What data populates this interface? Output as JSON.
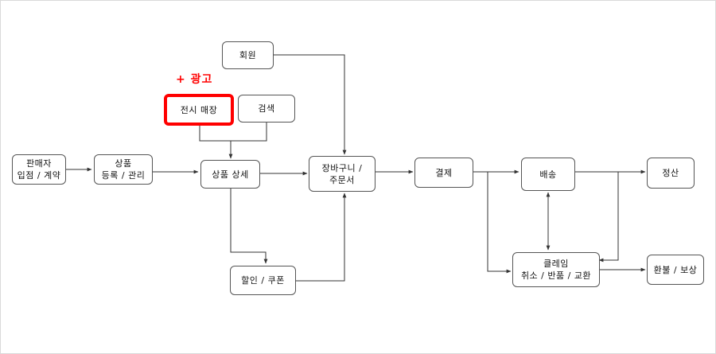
{
  "diagram": {
    "nodes": {
      "seller": "판매자\n입점 / 계약",
      "product_register": "상품\n등록 / 관리",
      "display_store": "전시 매장",
      "search": "검색",
      "member": "회원",
      "product_detail": "상품 상세",
      "cart_order": "장바구니 /\n주문서",
      "discount_coupon": "할인 / 쿠폰",
      "payment": "결제",
      "delivery": "배송",
      "settlement": "정산",
      "claim": "클레임\n취소 / 반품 / 교환",
      "refund": "환불 / 보상"
    },
    "annotation": "+ 광고",
    "colors": {
      "highlight": "#ff0000",
      "border": "#555555",
      "line": "#333333"
    }
  }
}
